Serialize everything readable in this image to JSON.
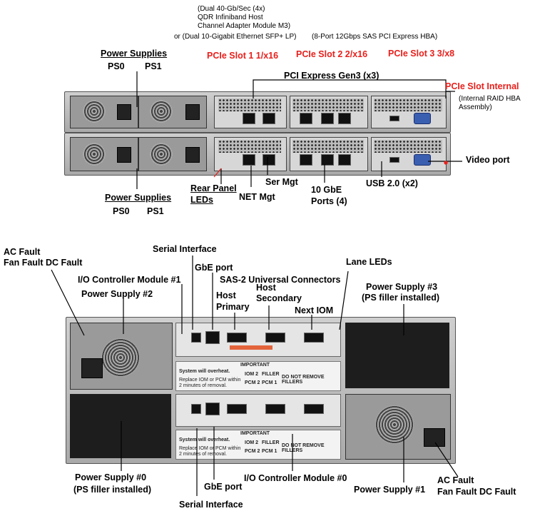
{
  "top": {
    "hca_note": [
      "(Dual 40-Gb/Sec (4x)",
      "QDR Infiniband Host",
      "Channel Adapter Module M3)",
      "or (Dual 10-Gigabit Ethernet SFP+ LP)"
    ],
    "hba_note": "(8-Port 12Gbps SAS PCI Express HBA)",
    "power_supplies_top": "Power Supplies",
    "ps0_top": "PS0",
    "ps1_top": "PS1",
    "pcie_slot1": "PCIe Slot 1 1/x16",
    "pcie_slot2": "PCIe Slot 2 2/x16",
    "pcie_slot3": "PCIe Slot 3 3/x8",
    "pci_express_gen3": "PCI Express Gen3 (x3)",
    "pcie_slot_internal": "PCIe Slot Internal",
    "internal_raid": [
      "(Internal RAID HBA",
      "Assembly)"
    ],
    "video_port": "Video port",
    "power_supplies_bottom": "Power Supplies",
    "ps0_bottom": "PS0",
    "ps1_bottom": "PS1",
    "rear_panel": [
      "Rear Panel",
      "LEDs"
    ],
    "net_mgt": "NET Mgt",
    "ser_mgt": "Ser Mgt",
    "ten_gbe": [
      "10 GbE",
      "Ports (4)"
    ],
    "usb": "USB 2.0 (x2)"
  },
  "bottom": {
    "ac_fault_left": [
      "AC Fault",
      "Fan Fault  DC Fault"
    ],
    "serial_interface_top": "Serial Interface",
    "gbe_port_top": "GbE port",
    "io_module_1": "I/O Controller Module #1",
    "power_supply_2": "Power Supply #2",
    "sas2": "SAS-2 Universal Connectors",
    "host_primary": [
      "Host",
      "Primary"
    ],
    "host_secondary": [
      "Host",
      "Secondary"
    ],
    "next_iom": "Next IOM",
    "lane_leds": "Lane LEDs",
    "power_supply_3": [
      "Power Supply #3",
      "(PS filler installed)"
    ],
    "power_supply_0": [
      "Power Supply #0",
      "(PS filler installed)"
    ],
    "io_module_0": "I/O Controller Module #0",
    "gbe_port_bottom": "GbE port",
    "serial_interface_bottom": "Serial Interface",
    "power_supply_1": "Power Supply #1",
    "ac_fault_right": [
      "AC Fault",
      "Fan Fault  DC Fault"
    ],
    "important": "IMPORTANT",
    "overheat": "System will overheat.",
    "replace_note": [
      "Replace IOM or PCM within",
      "2 minutes of removal."
    ],
    "do_not_remove": "DO NOT REMOVE FILLERS",
    "filler_cells": [
      "IOM 2",
      "PCM 2",
      "FILLER",
      "PCM 1"
    ]
  }
}
